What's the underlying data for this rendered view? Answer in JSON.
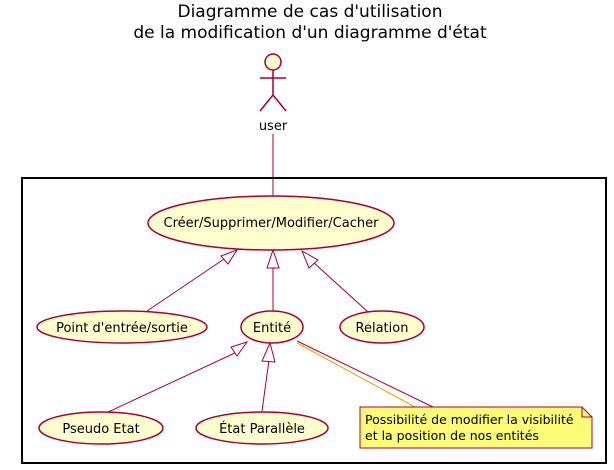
{
  "title": {
    "line1": "Diagramme de cas d'utilisation",
    "line2": "de la modification d'un diagramme d'état"
  },
  "actor": {
    "label": "user"
  },
  "use_cases": {
    "main": "Créer/Supprimer/Modifier/Cacher",
    "entry_exit": "Point d'entrée/sortie",
    "entity": "Entité",
    "relation": "Relation",
    "pseudo_state": "Pseudo Etat",
    "parallel_state": "État Parallèle"
  },
  "note": {
    "line1": "Possibilité de modifier la visibilité",
    "line2": "et la position de nos entités"
  },
  "colors": {
    "use_case_fill": "#FEFECE",
    "border": "#A80036",
    "note_fill": "#FBFB77",
    "frame": "#000000"
  }
}
